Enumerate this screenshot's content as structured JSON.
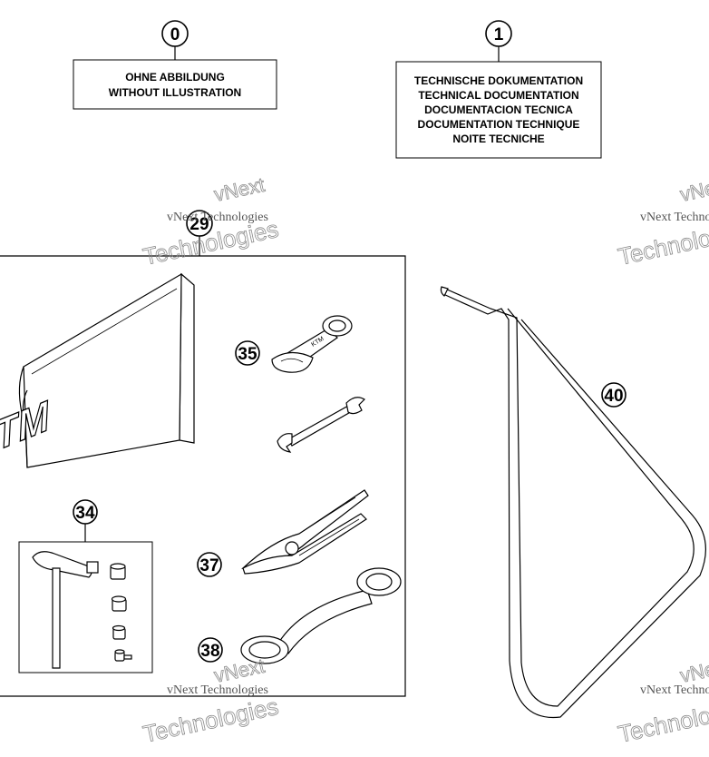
{
  "callouts": {
    "c0": "0",
    "c1": "1",
    "c29": "29",
    "c34": "34",
    "c35": "35",
    "c37": "37",
    "c38": "38",
    "c40": "40"
  },
  "label_box_0": {
    "line1": "OHNE ABBILDUNG",
    "line2": "WITHOUT ILLUSTRATION"
  },
  "label_box_1": {
    "line1": "TECHNISCHE DOKUMENTATION",
    "line2": "TECHNICAL DOCUMENTATION",
    "line3": "DOCUMENTACION TECNICA",
    "line4": "DOCUMENTATION TECHNIQUE",
    "line5": "NOITE TECNICHE"
  },
  "bag_logo": "KTM",
  "watermark": {
    "line1": "vNext",
    "line2": "vNext Technologies",
    "line3": "Technologies"
  }
}
